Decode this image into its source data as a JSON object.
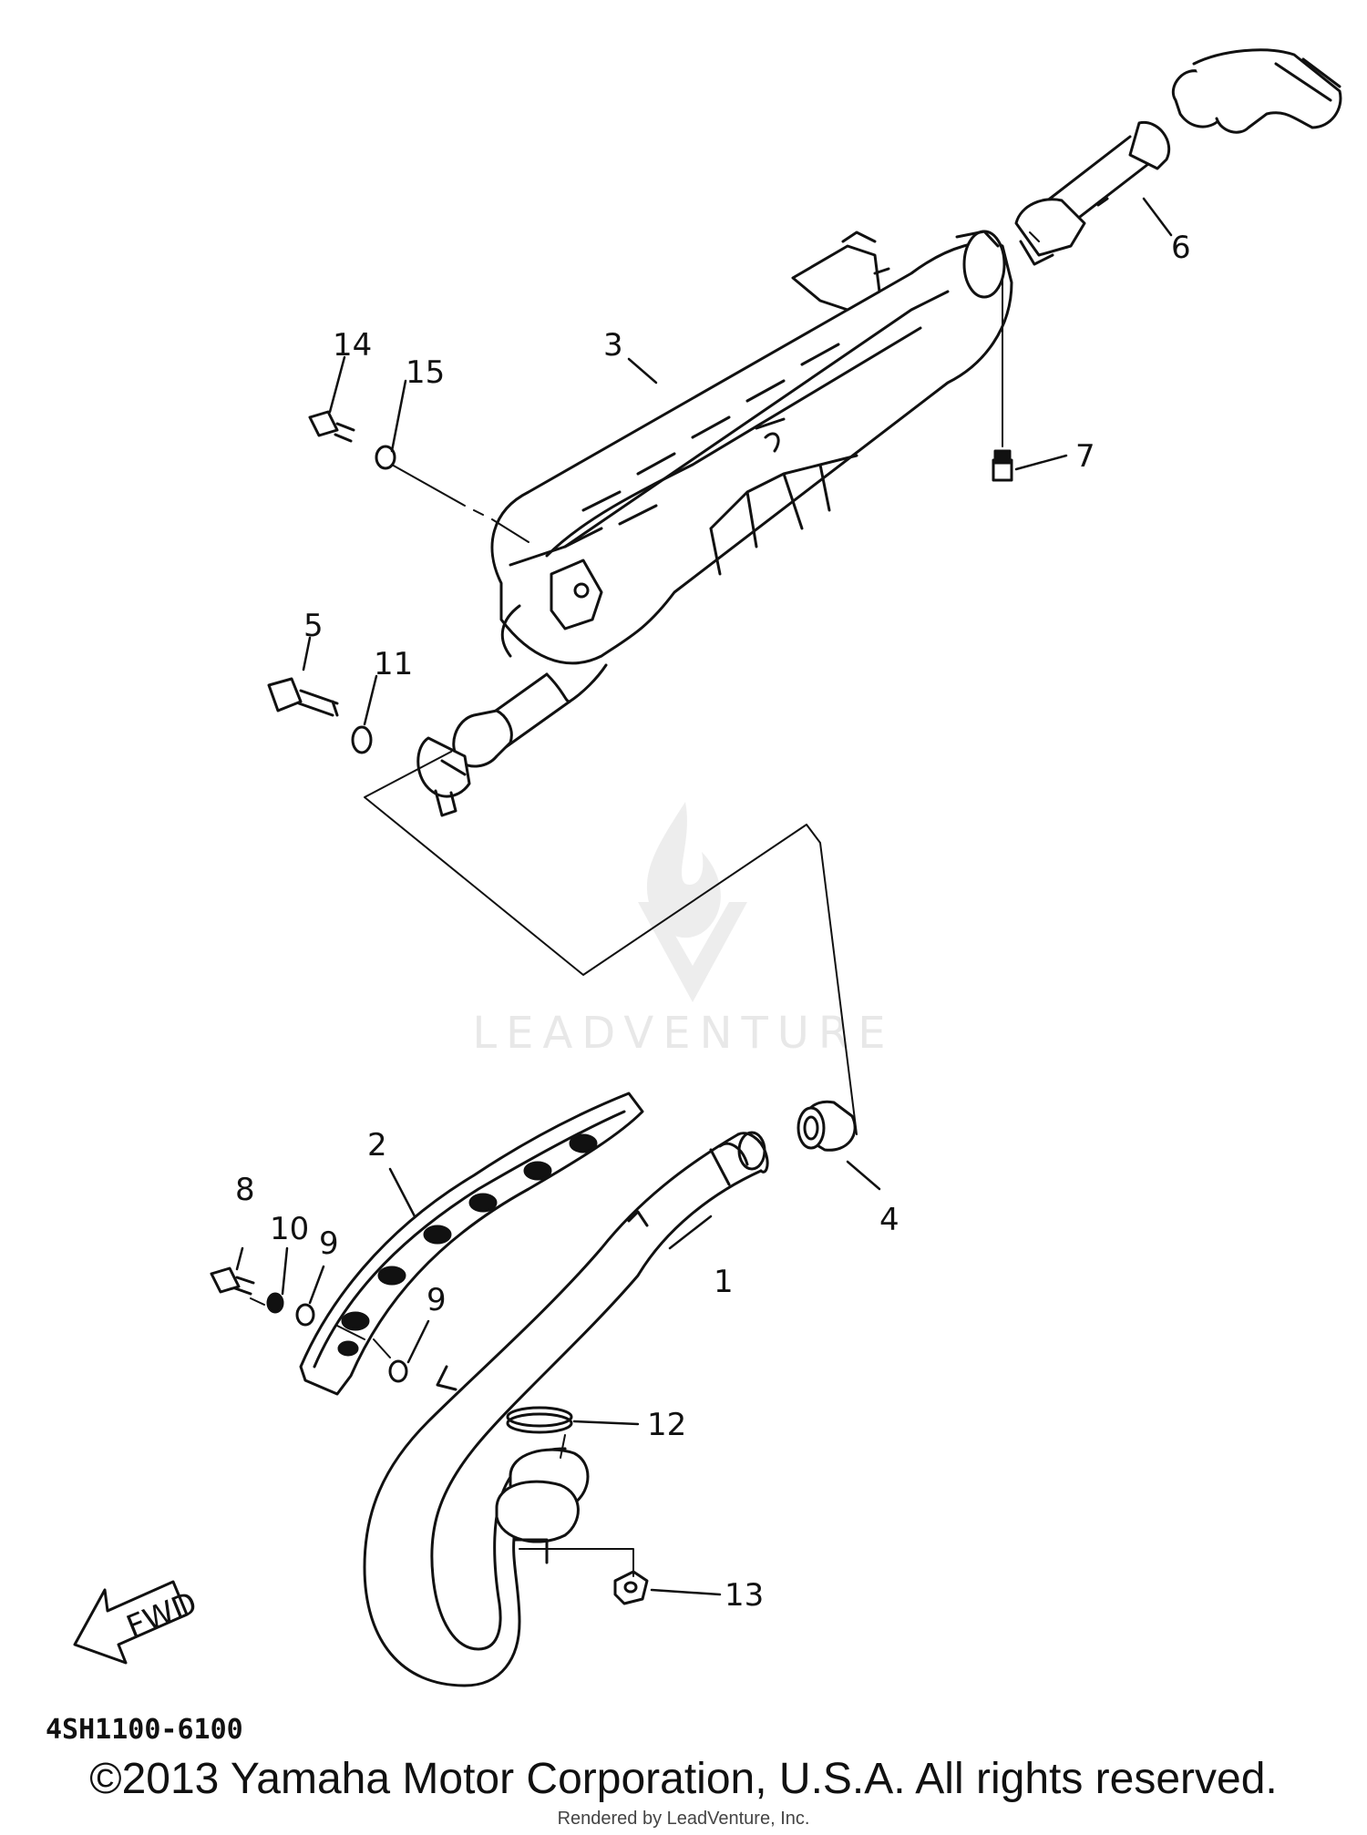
{
  "diagram": {
    "callouts": [
      {
        "id": "1",
        "label": "1"
      },
      {
        "id": "2",
        "label": "2"
      },
      {
        "id": "3",
        "label": "3"
      },
      {
        "id": "4",
        "label": "4"
      },
      {
        "id": "5",
        "label": "5"
      },
      {
        "id": "6",
        "label": "6"
      },
      {
        "id": "7",
        "label": "7"
      },
      {
        "id": "8",
        "label": "8"
      },
      {
        "id": "9a",
        "label": "9"
      },
      {
        "id": "9b",
        "label": "9"
      },
      {
        "id": "10",
        "label": "10"
      },
      {
        "id": "11",
        "label": "11"
      },
      {
        "id": "12",
        "label": "12"
      },
      {
        "id": "13",
        "label": "13"
      },
      {
        "id": "14",
        "label": "14"
      },
      {
        "id": "15",
        "label": "15"
      }
    ],
    "fwd_label": "FWD",
    "diagram_code": "4SH1100-6100"
  },
  "watermark": {
    "text": "LEADVENTURE"
  },
  "footer": {
    "copyright": "©2013 Yamaha Motor Corporation, U.S.A. All rights reserved.",
    "rendered_by": "Rendered by LeadVenture, Inc."
  }
}
